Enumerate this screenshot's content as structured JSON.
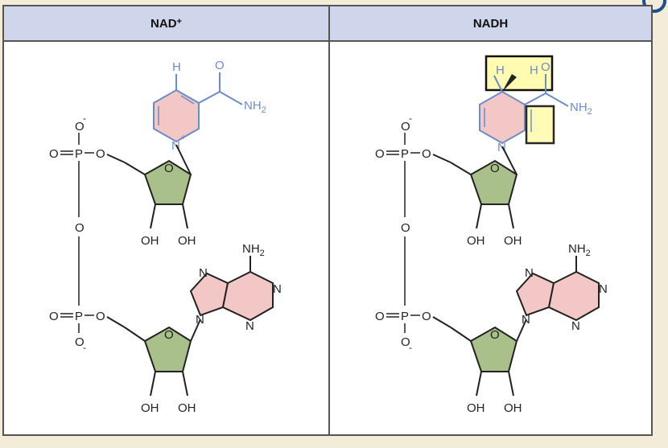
{
  "panels": [
    {
      "title": "NAD",
      "superscript": "+"
    },
    {
      "title": "NADH",
      "superscript": ""
    }
  ],
  "labels": {
    "O": "O",
    "O_minus": "O",
    "minus": "-",
    "P": "P",
    "N": "N",
    "H": "H",
    "OH": "OH",
    "NH2_N": "NH",
    "NH2_sub": "2",
    "plus": "+"
  },
  "colors": {
    "ring_blue": "#6b8cc7",
    "ring_pink": "#f4c7c7",
    "sugar_green": "#a9c08a",
    "highlight": "#fffbb0",
    "header": "#cfd5ea",
    "background": "#f3ecd9"
  }
}
